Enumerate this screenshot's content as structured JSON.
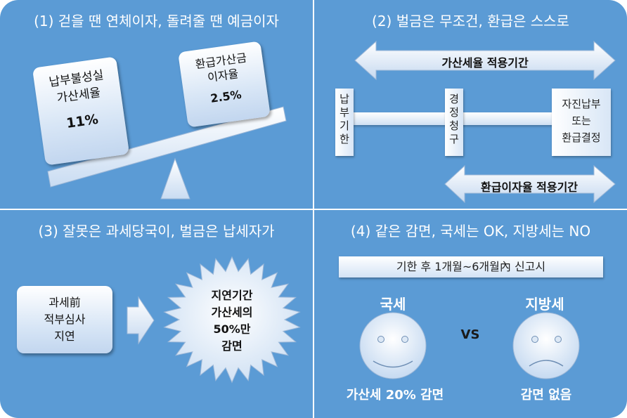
{
  "panel1": {
    "title": "(1) 걷을 땐 연체이자, 돌려줄 땐 예금이자",
    "left_box": {
      "line1": "납부불성실",
      "line2": "가산세율",
      "value": "11%"
    },
    "right_box": {
      "line1": "환급가산금",
      "line2": "이자율",
      "value": "2.5%"
    }
  },
  "panel2": {
    "title": "(2) 벌금은 무조건, 환급은 스스로",
    "top_arrow_label": "가산세율 적용기간",
    "bottom_arrow_label": "환급이자율 적용기간",
    "deadline": [
      "납",
      "부",
      "기",
      "한"
    ],
    "correction": [
      "경",
      "정",
      "청",
      "구"
    ],
    "final_box": {
      "line1": "자진납부",
      "line2": "또는",
      "line3": "환급결정"
    }
  },
  "panel3": {
    "title": "(3) 잘못은 과세당국이, 벌금은 납세자가",
    "left_box": {
      "line1": "과세前",
      "line2": "적부심사",
      "line3": "지연"
    },
    "burst": {
      "line1": "지연기간",
      "line2": "가산세의",
      "line3": "50%만",
      "line4": "감면"
    }
  },
  "panel4": {
    "title": "(4) 같은 감면, 국세는 OK, 지방세는 NO",
    "banner": "기한 후 1개월~6개월內 신고시",
    "left_label": "국세",
    "right_label": "지방세",
    "vs": "VS",
    "left_result": "가산세 20% 감면",
    "right_result": "감면 없음"
  }
}
